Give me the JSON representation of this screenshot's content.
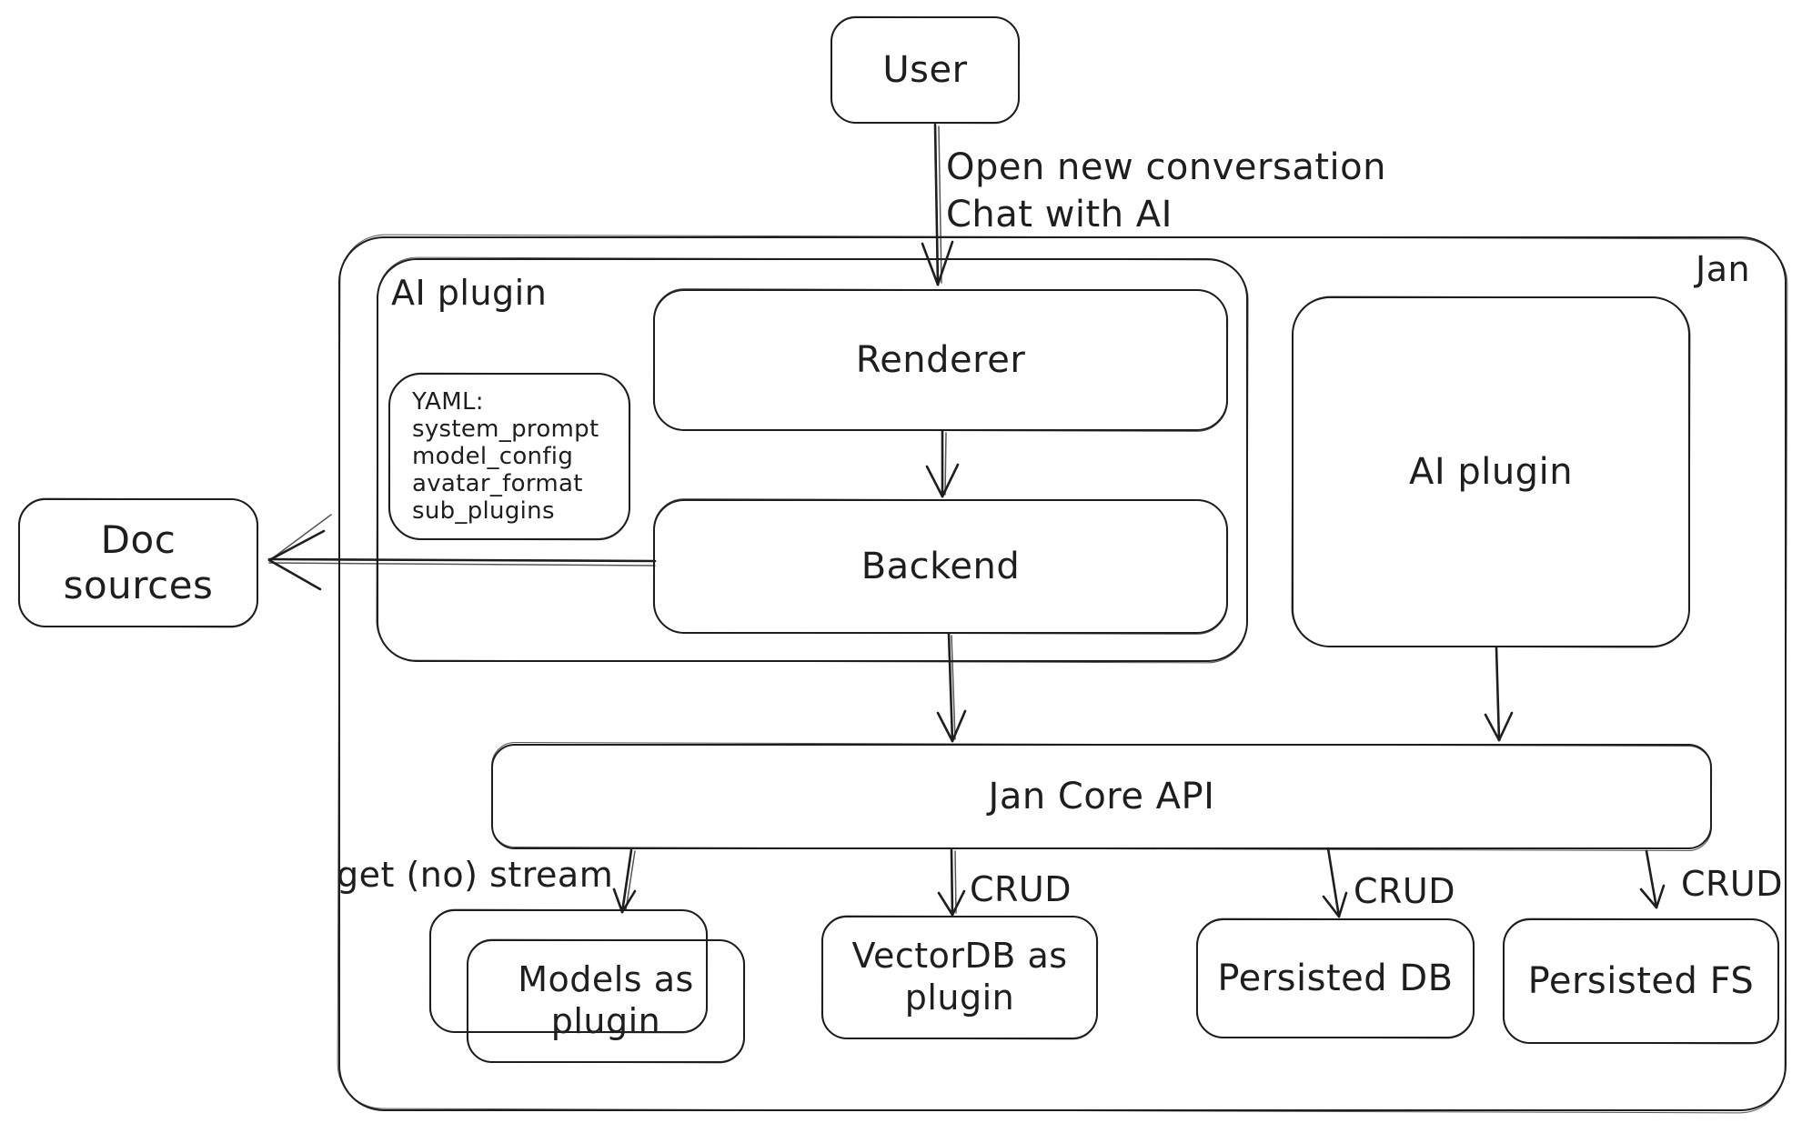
{
  "diagram": {
    "container_label": "Jan",
    "nodes": {
      "user": "User",
      "ai_plugin_container": "AI plugin",
      "renderer": "Renderer",
      "backend": "Backend",
      "doc_sources": "Doc sources",
      "ai_plugin": "AI plugin",
      "jan_core_api": "Jan Core API",
      "models_as_plugin": "Models as plugin",
      "vectordb_as_plugin": "VectorDB as plugin",
      "persisted_db": "Persisted DB",
      "persisted_fs": "Persisted FS"
    },
    "yaml_note": {
      "lines": [
        "YAML:",
        "system_prompt",
        "model_config",
        "avatar_format",
        "sub_plugins"
      ]
    },
    "edge_labels": {
      "user_to_renderer_line1": "Open new conversation",
      "user_to_renderer_line2": "Chat with AI",
      "get_no_stream": "get (no) stream",
      "crud_vectordb": "CRUD",
      "crud_persisted_db": "CRUD",
      "crud_persisted_fs": "CRUD"
    },
    "colors": {
      "stroke": "#1e1e1e",
      "background": "#ffffff"
    }
  }
}
